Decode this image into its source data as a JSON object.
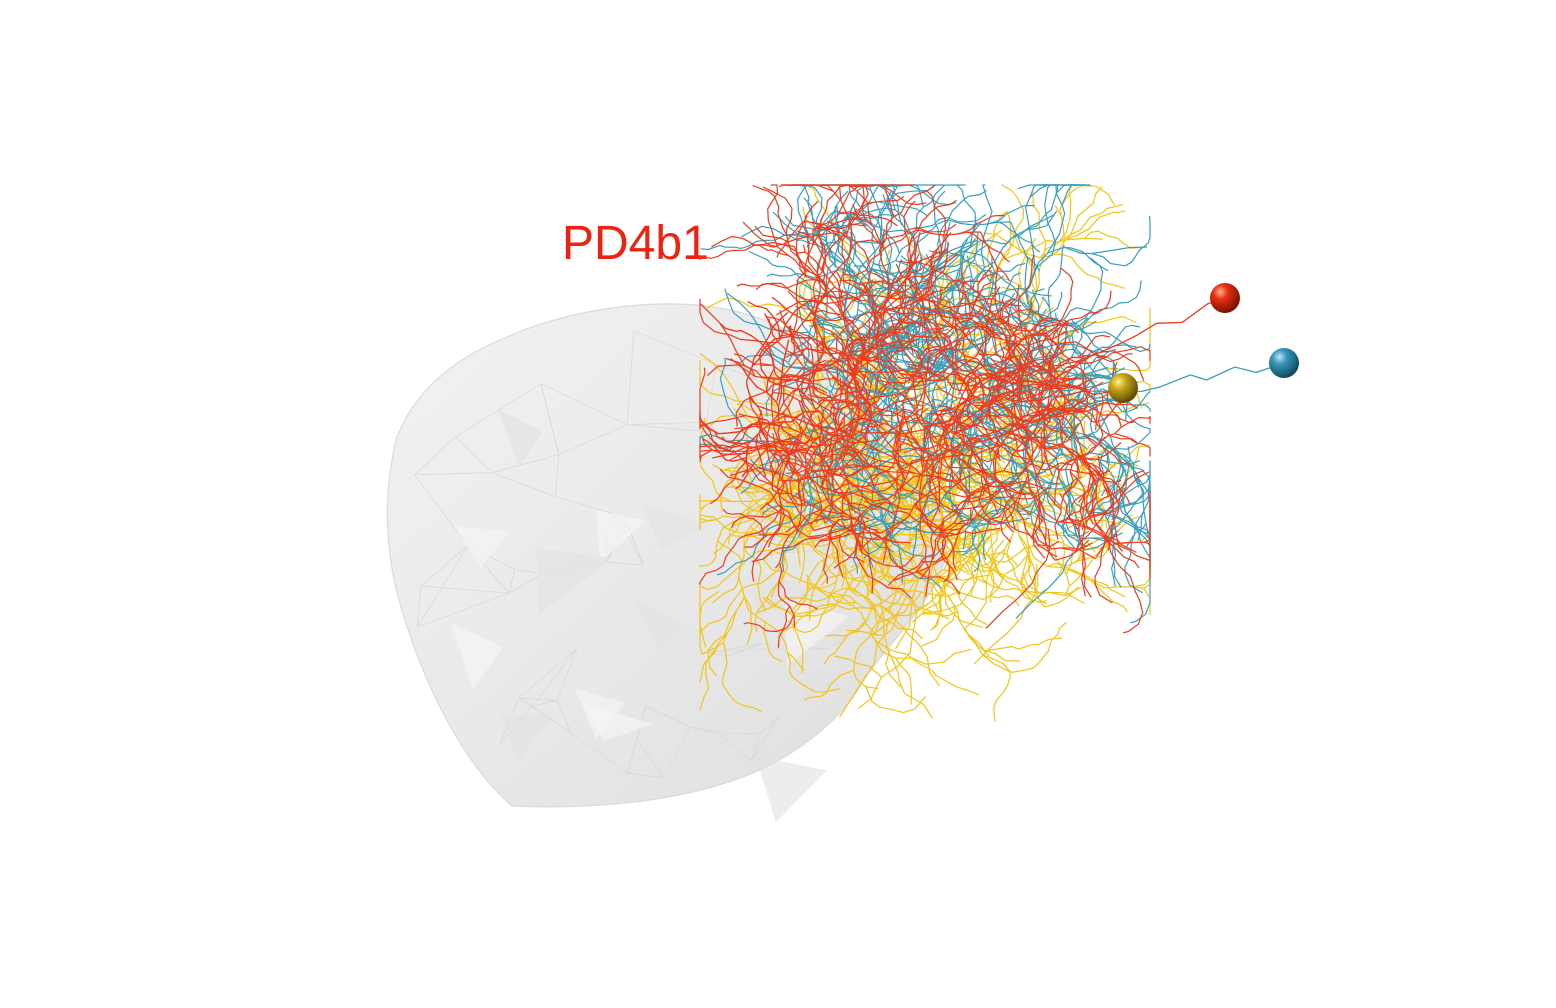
{
  "label": "PD4b1",
  "colors": {
    "label": "#ee2211",
    "neuron_red": "#f03a1c",
    "neuron_blue": "#3a9fbf",
    "neuron_yellow": "#f2c516",
    "soma_red": "#d42a0a",
    "soma_blue": "#2f8fb0",
    "soma_yellow": "#c9a818",
    "neuropil_mesh": "#e6e6e6"
  },
  "objects": {
    "neuropil": "neuropil-mesh",
    "neurons": [
      "neuron-red",
      "neuron-blue",
      "neuron-yellow"
    ]
  }
}
